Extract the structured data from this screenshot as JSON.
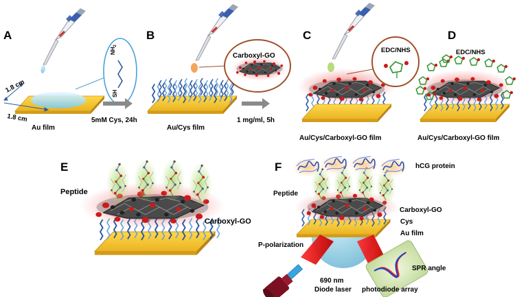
{
  "panels": {
    "a": "A",
    "b": "B",
    "c": "C",
    "d": "D",
    "e": "E",
    "f": "F"
  },
  "step_a": {
    "side_top": "1.8 cm",
    "side_bottom": "1.8 cm",
    "mol_nh2": "NH",
    "mol_nh2_sub": "2",
    "mol_sh": "SH",
    "film": "Au film",
    "arrow": "5mM Cys, 24h"
  },
  "step_b": {
    "bubble": "Carboxyl-GO",
    "film": "Au/Cys film",
    "arrow": "1 mg/ml, 5h"
  },
  "step_c": {
    "bubble": "EDC/NHS",
    "film": "Au/Cys/Carboxyl-GO film"
  },
  "step_d": {
    "label": "EDC/NHS",
    "film": "Au/Cys/Carboxyl-GO film"
  },
  "panel_e": {
    "peptide": "Peptide",
    "carboxyl": "Carboxyl-GO"
  },
  "panel_f": {
    "hcg": "hCG protein",
    "peptide": "Peptide",
    "carboxyl": "Carboxyl-GO",
    "cys": "Cys",
    "au": "Au film",
    "polar": "P-polarization",
    "laser_nm": "690 nm",
    "laser": "Diode laser",
    "spr": "SPR angle",
    "array": "photodiode array"
  },
  "colors": {
    "gold": "#f2c230",
    "gold_dark": "#c9961a",
    "linker": "#2c5aa0",
    "linker2": "#6aa0d8",
    "go_carbon": "#3a3a3a",
    "go_oxygen": "#cc1a1a",
    "peptide_glow": "#c9e8a0",
    "protein_glow": "#ffd7a8",
    "red_glow": "#f29999",
    "laser_red": "#e02020",
    "laser_body": "#7a1022",
    "polarizer": "#3aa3e0",
    "spr_card": "#d8e8b8"
  },
  "icons": [
    "pipette-icon",
    "droplet-icon",
    "cysteine-molecule-icon",
    "edc-nhs-molecule-icon",
    "graphene-oxide-icon",
    "peptide-icon",
    "hcg-protein-icon",
    "diode-laser-icon",
    "polarizer-icon",
    "laser-beam-icon",
    "spr-curve-icon",
    "prism-icon"
  ]
}
